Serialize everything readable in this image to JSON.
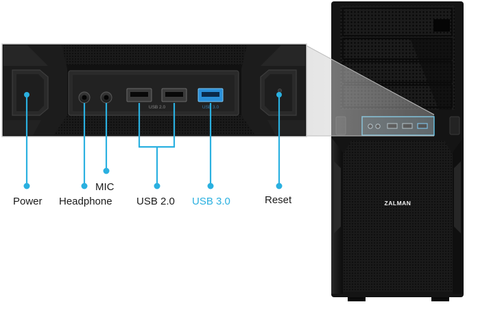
{
  "callouts": {
    "power": "Power",
    "headphone": "Headphone",
    "mic": "MIC",
    "usb2": "USB 2.0",
    "usb3": "USB 3.0",
    "reset": "Reset"
  },
  "panel_print": {
    "usb2": "USB 2.0",
    "usb3": "USB 3.0"
  },
  "case": {
    "brand": "ZALMAN"
  },
  "colors": {
    "accent": "#2ab0e0",
    "case_body": "#141414",
    "panel_bezel": "#2a2a2a",
    "usb3_port": "#2a8fd8",
    "background": "#ffffff"
  }
}
